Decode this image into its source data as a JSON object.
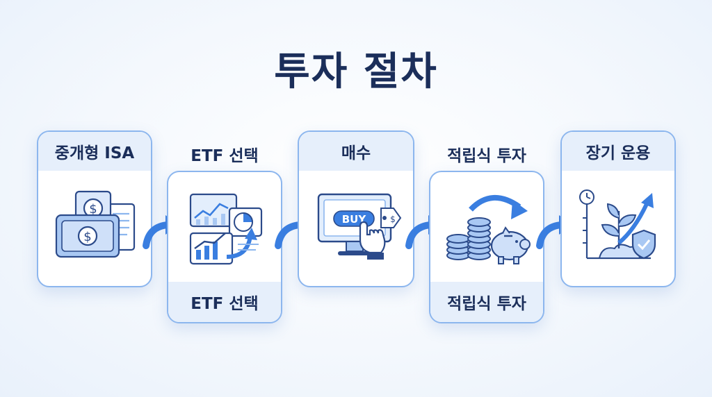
{
  "title": "투자 절차",
  "steps": [
    {
      "label": "중개형 ISA",
      "icon": "money-documents-icon"
    },
    {
      "label": "ETF 선택",
      "footer_label": "ETF 선택",
      "icon": "chart-analysis-icon"
    },
    {
      "label": "매수",
      "button_label": "BUY",
      "icon": "monitor-buy-icon"
    },
    {
      "label": "적립식 투자",
      "footer_label": "적립식 투자",
      "icon": "coins-piggy-bank-icon"
    },
    {
      "label": "장기 운용",
      "icon": "growth-plant-icon"
    }
  ],
  "colors": {
    "title": "#1b2e5a",
    "accent": "#3a7ee0",
    "border": "#8cb6ee",
    "header_bg": "#e6effb"
  }
}
